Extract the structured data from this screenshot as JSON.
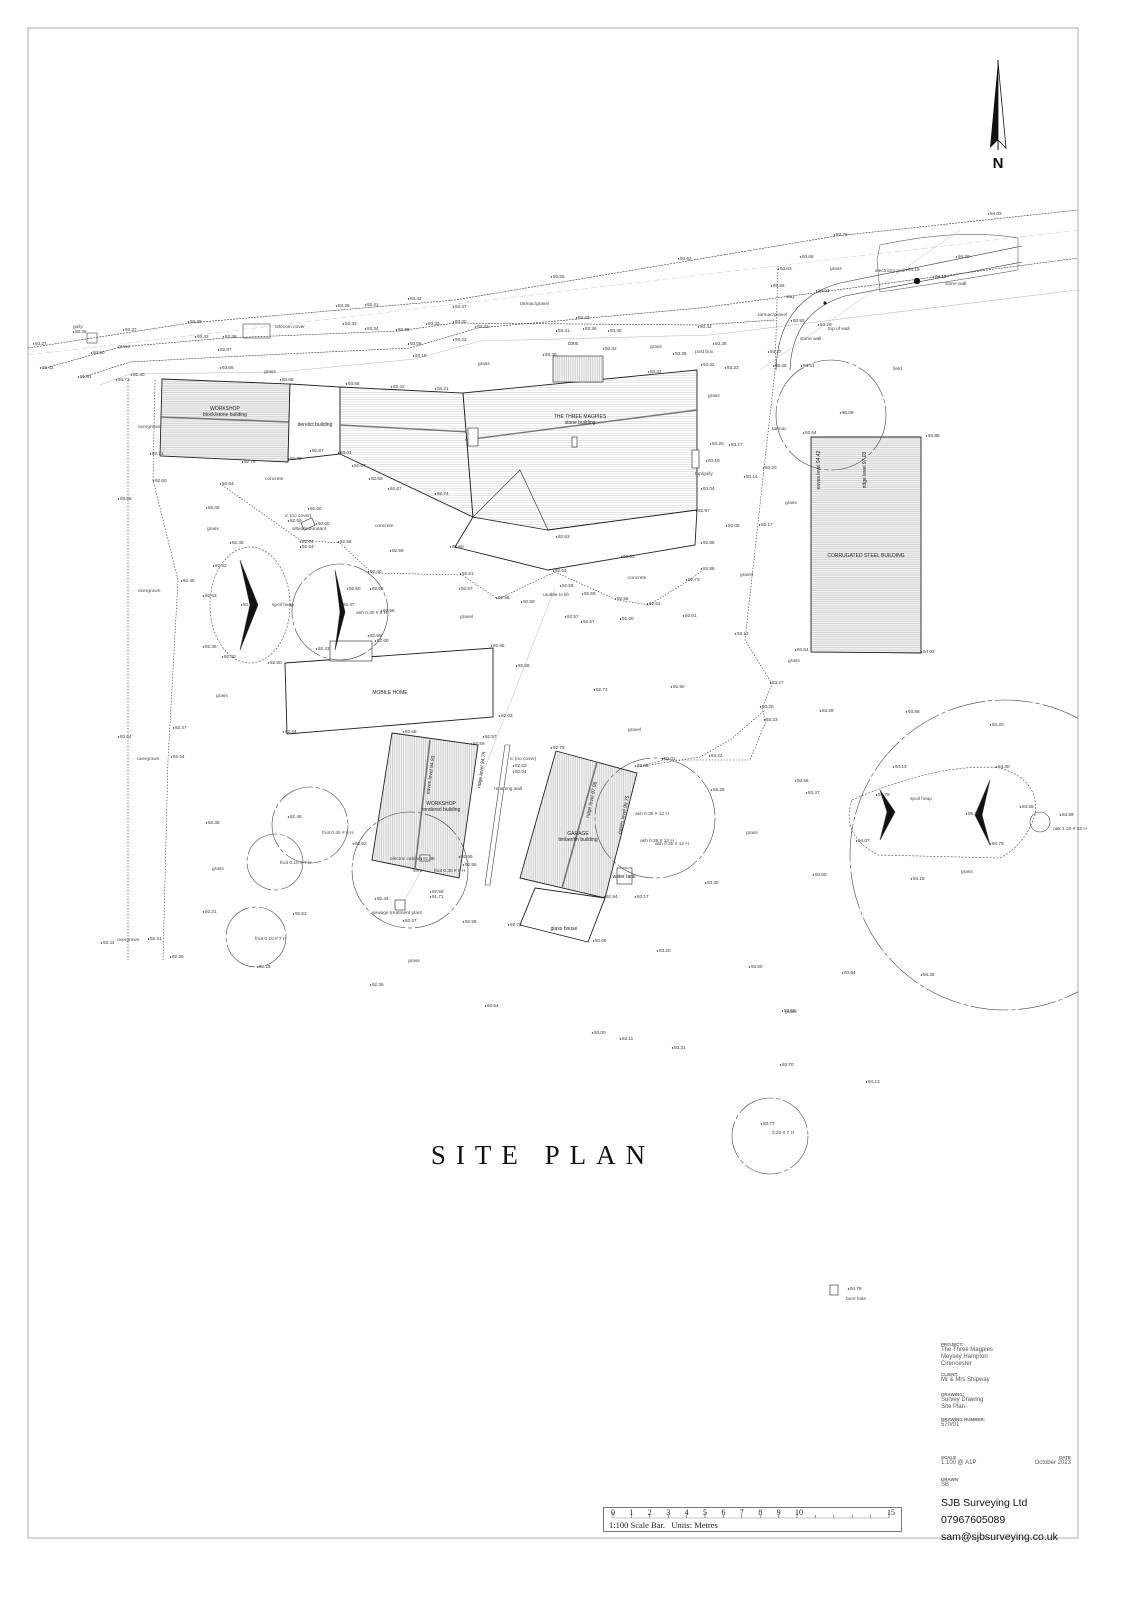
{
  "drawing_title": "SITE PLAN",
  "north_label": "N",
  "buildings": {
    "workshop_1": {
      "name": "WORKSHOP",
      "desc": "block/stone building"
    },
    "derelict": {
      "name": "derelict building"
    },
    "three_magpies": {
      "name": "THE THREE MAGPIES",
      "desc": "stone building"
    },
    "porch": {
      "name": "conc"
    },
    "corrugated": {
      "name": "CORRUGATED STEEL BUILDING",
      "eaves": "eaves level 94.42",
      "ridge": "ridge level 97.03"
    },
    "mobile_home": {
      "name": "MOBILE HOME"
    },
    "workshop_2": {
      "name": "WORKSHOP",
      "desc": "rendered building",
      "eaves": "eaves level 94.93",
      "ridge": "ridge level 94.75"
    },
    "garage": {
      "name": "GARAGE",
      "desc": "timber/tin building",
      "ridge": "ridge level 97.06",
      "eaves": "eaves level 95.75"
    },
    "glass_house": {
      "name": "glass house"
    },
    "water_tank": {
      "name": "water tank"
    }
  },
  "area_labels": [
    "grass",
    "grass",
    "grass",
    "tarmac/gravel",
    "tarmac/gravel",
    "grass",
    "grass",
    "field",
    "overgrown",
    "overgrown",
    "overgrown",
    "overgrown",
    "concrete",
    "concrete",
    "grass",
    "spoil heap",
    "gravel",
    "grass",
    "gravel",
    "concrete",
    "grass",
    "gravel",
    "grass",
    "grass",
    "grass",
    "grass",
    "spoil heap",
    "grass",
    "grass",
    "grass",
    "tarmac",
    "stone wall",
    "top of wall",
    "stone wall",
    "telecom cover",
    "gully",
    "post box",
    "tap/gully",
    "electricity pole",
    "stay",
    "electric cabinet",
    "vent",
    "sewage treatment plant",
    "unable to lift",
    "ic (no cover)",
    "ic (no cover)",
    "silted/redundant",
    "retaining wall",
    "bore hole"
  ],
  "tree_labels": [
    "ash 0.30 # 8 H",
    "fruit 0.45 # 8 H",
    "fruit 0.10 # 7 H",
    "fruit 0.10 # 7 H",
    "fruit 0.30 # 8 H",
    "ash 0.35 # 12 H",
    "ash 0.35 # 12 H",
    "ash 0.35 # 12 H",
    "oak 1.20 # 22 H",
    "0.20 # 7 H"
  ],
  "spot_levels": [
    "93.37",
    "93.35",
    "93.37",
    "93.36",
    "93.36",
    "93.41",
    "93.42",
    "93.37",
    "93.50",
    "93.42",
    "93.38",
    "92.97",
    "93.33",
    "93.34",
    "93.36",
    "93.33",
    "93.30",
    "93.23",
    "93.22",
    "93.06",
    "93.18",
    "93.42",
    "91.81",
    "93.73",
    "92.40",
    "93.65",
    "93.65",
    "93.55",
    "93.62",
    "93.76",
    "94.03",
    "93.68",
    "93.63",
    "93.56",
    "94.03",
    "94.19",
    "94.20",
    "94.12",
    "94.29",
    "93.55",
    "93.37",
    "93.45",
    "93.51",
    "93.42",
    "93.38",
    "93.36",
    "93.32",
    "93.33",
    "93.41",
    "93.36",
    "93.40",
    "93.43",
    "93.30",
    "93.32",
    "93.32",
    "93.65",
    "93.42",
    "93.21",
    "92.71",
    "92.79",
    "92.72",
    "92.87",
    "93.01",
    "92.67",
    "92.69",
    "92.67",
    "92.74",
    "92.80",
    "92.60",
    "92.64",
    "92.46",
    "92.60",
    "92.59",
    "92.64",
    "92.58",
    "92.59",
    "92.49",
    "92.40",
    "92.51",
    "92.57",
    "92.56",
    "92.60",
    "92.52",
    "92.64",
    "92.59",
    "92.58",
    "92.59",
    "92.56",
    "92.57",
    "92.57",
    "92.60",
    "92.62",
    "92.61",
    "92.73",
    "92.86",
    "92.86",
    "92.97",
    "93.04",
    "93.05",
    "93.12",
    "93.18",
    "93.20",
    "93.17",
    "93.14",
    "93.20",
    "93.17",
    "92.63",
    "92.63",
    "93.54",
    "93.86",
    "93.64",
    "94.03",
    "95.08",
    "93.27",
    "93.20",
    "93.33",
    "93.59",
    "93.88",
    "94.20",
    "93.66",
    "93.47",
    "94.13",
    "94.30",
    "94.78",
    "95.25",
    "94.65",
    "94.59",
    "94.07",
    "94.79",
    "93.55",
    "94.18",
    "93.25",
    "93.22",
    "93.01",
    "93.03",
    "93.30",
    "93.17",
    "92.94",
    "92.72",
    "92.66",
    "93.20",
    "93.50",
    "93.94",
    "94.35",
    "93.59",
    "92.64",
    "93.00",
    "93.11",
    "93.31",
    "93.70",
    "94.13",
    "93.77",
    "94.79",
    "92.36",
    "92.29",
    "92.26",
    "92.31",
    "92.31",
    "92.53",
    "92.38",
    "92.45",
    "92.52",
    "92.44",
    "92.58",
    "92.55",
    "92.59",
    "92.58",
    "92.59",
    "92.57",
    "92.78",
    "92.63",
    "92.65",
    "92.68",
    "92.72",
    "92.90",
    "92.50",
    "92.44",
    "92.43",
    "92.60",
    "92.69",
    "92.47",
    "92.54",
    "92.39",
    "92.40",
    "92.53",
    "92.45",
    "92.73",
    "92.42",
    "92.56",
    "92.47",
    "93.58",
    "93.64",
    "93.44",
    "92.46",
    "92.47",
    "92.53",
    "92.04",
    "92.59",
    "91.71",
    "92.60",
    "92.64"
  ],
  "scale_bar": {
    "ticks": [
      "0",
      "1",
      "2",
      "3",
      "4",
      "5",
      "6",
      "7",
      "8",
      "9",
      "10",
      "15"
    ],
    "caption": "1:100 Scale Bar.   Units: Metres"
  },
  "title_block": {
    "project_label": "PROJECT:",
    "project_lines": [
      "The Three Magpies",
      "Meysey Hampton",
      "Cirencester"
    ],
    "client_label": "CLIENT:",
    "client": "Mr & Mrs Shipway",
    "drawing_label": "DRAWING:",
    "drawing_lines": [
      "Survey Drawing",
      "Site Plan"
    ],
    "number_label": "DRAWING NUMBER:",
    "number": "570/01",
    "scale_label": "SCALE",
    "scale": "1:100 @ A1P",
    "date_label": "DATE",
    "date": "October 2023",
    "drawn_label": "DRAWN",
    "drawn": "SB",
    "company": "SJB Surveying Ltd",
    "phone": "07967605089",
    "email": "sam@sjbsurveying.co.uk"
  }
}
